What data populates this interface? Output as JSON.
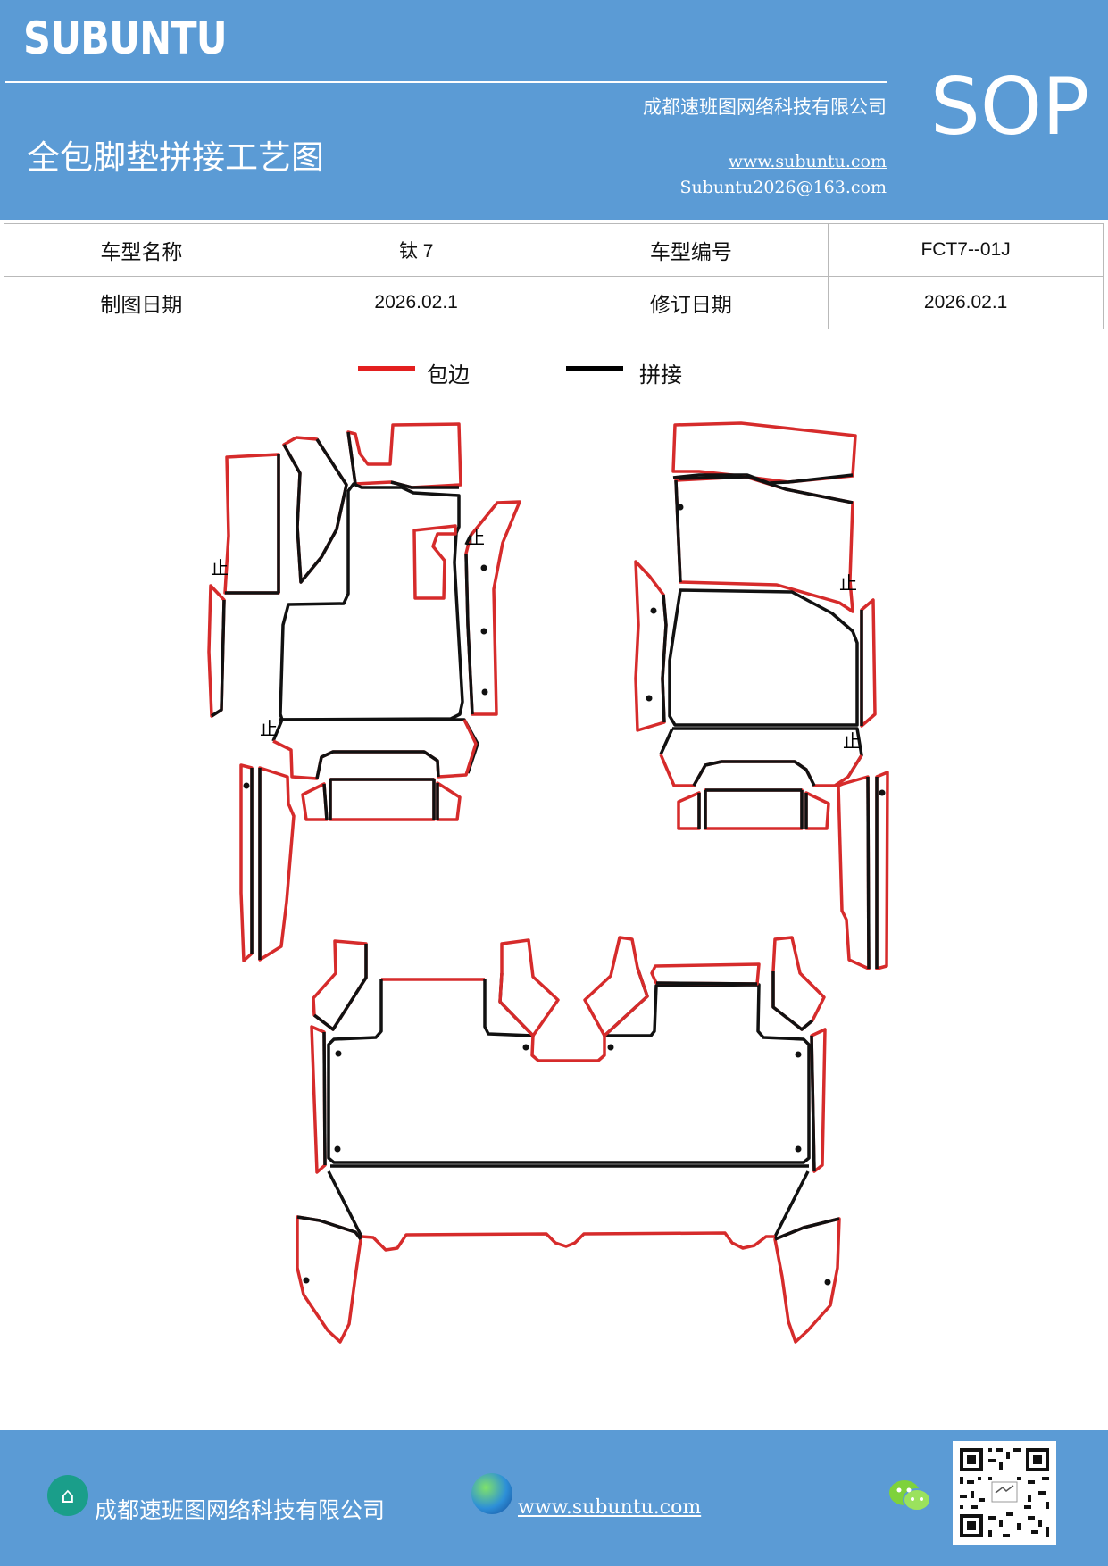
{
  "header": {
    "brand": "SUBUNTU",
    "company": "成都速班图网络科技有限公司",
    "title": "全包脚垫拼接工艺图",
    "website": "www.subuntu.com",
    "email": "Subuntu2026@163.com",
    "badge": "SOP",
    "background_color": "#5b9bd5"
  },
  "info_table": {
    "rows": [
      {
        "label1": "车型名称",
        "value1": "钛 7",
        "label2": "车型编号",
        "value2": "FCT7--01J"
      },
      {
        "label1": "制图日期",
        "value1": "2026.02.1",
        "label2": "修订日期",
        "value2": "2026.02.1"
      }
    ]
  },
  "legend": {
    "items": [
      {
        "label": "包边",
        "color": "#e31f1f"
      },
      {
        "label": "拼接",
        "color": "#000000"
      }
    ]
  },
  "drawing": {
    "marker_glyph": "止",
    "edge_color": "#d62b2b",
    "seam_color": "#111111"
  },
  "footer": {
    "company": "成都速班图网络科技有限公司",
    "website": "www.subuntu.com",
    "icons": [
      "building-icon",
      "globe-icon",
      "wechat-icon",
      "qr-code"
    ]
  }
}
